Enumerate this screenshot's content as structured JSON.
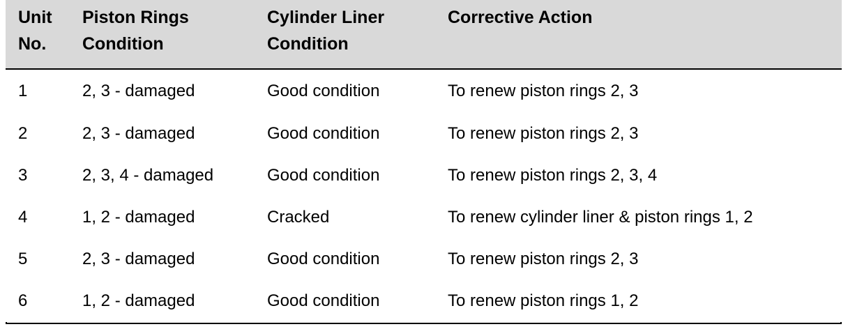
{
  "table": {
    "columns": [
      {
        "key": "unit",
        "label": "Unit\nNo."
      },
      {
        "key": "rings",
        "label": "Piston Rings\nCondition"
      },
      {
        "key": "liner",
        "label": "Cylinder Liner\nCondition"
      },
      {
        "key": "action",
        "label": "Corrective Action"
      }
    ],
    "header_background": "#d9d9d9",
    "border_color": "#000000",
    "rows": [
      {
        "unit": "1",
        "rings": "2, 3 - damaged",
        "liner": "Good condition",
        "action": "To renew piston rings 2, 3"
      },
      {
        "unit": "2",
        "rings": "2, 3 - damaged",
        "liner": "Good condition",
        "action": "To renew piston rings 2, 3"
      },
      {
        "unit": "3",
        "rings": "2, 3, 4 - damaged",
        "liner": "Good condition",
        "action": "To renew piston rings 2, 3, 4"
      },
      {
        "unit": "4",
        "rings": "1, 2 - damaged",
        "liner": "Cracked",
        "action": "To renew cylinder liner & piston rings 1, 2"
      },
      {
        "unit": "5",
        "rings": "2, 3 - damaged",
        "liner": "Good condition",
        "action": "To renew piston rings 2, 3"
      },
      {
        "unit": "6",
        "rings": "1, 2 - damaged",
        "liner": "Good condition",
        "action": "To renew piston rings 1, 2"
      }
    ]
  }
}
